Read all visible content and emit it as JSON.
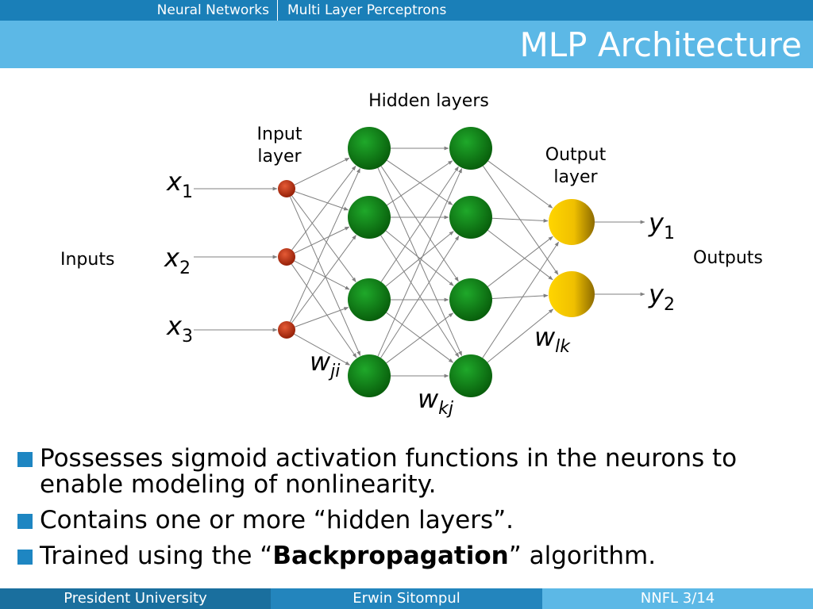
{
  "header": {
    "breadcrumb": [
      "Neural Networks",
      "Multi Layer Perceptrons"
    ],
    "title": "MLP Architecture"
  },
  "diagram": {
    "hidden_layers_label": "Hidden layers",
    "input_layer_label": [
      "Input",
      "layer"
    ],
    "output_layer_label": [
      "Output",
      "layer"
    ],
    "inputs_label": "Inputs",
    "outputs_label": "Outputs",
    "input_symbols": [
      {
        "base": "x",
        "sub": "1"
      },
      {
        "base": "x",
        "sub": "2"
      },
      {
        "base": "x",
        "sub": "3"
      }
    ],
    "output_symbols": [
      {
        "base": "y",
        "sub": "1"
      },
      {
        "base": "y",
        "sub": "2"
      }
    ],
    "weights": [
      {
        "base": "w",
        "sub": "ji"
      },
      {
        "base": "w",
        "sub": "kj"
      },
      {
        "base": "w",
        "sub": "lk"
      }
    ],
    "colors": {
      "input_node": "#b52a0c",
      "hidden_node": "#0e7a12",
      "output_node": "#f2c400",
      "edge": "#808080"
    }
  },
  "bullets": [
    {
      "parts": [
        "Possesses sigmoid activation functions in the neurons to enable modeling of nonlinearity."
      ]
    },
    {
      "parts": [
        "Contains one or more “hidden layers”."
      ]
    },
    {
      "before": "Trained using the “",
      "bold": "Backpropagation",
      "after": "” algorithm."
    }
  ],
  "footer": {
    "left": "President University",
    "center": "Erwin Sitompul",
    "right": "NNFL 3/14"
  }
}
